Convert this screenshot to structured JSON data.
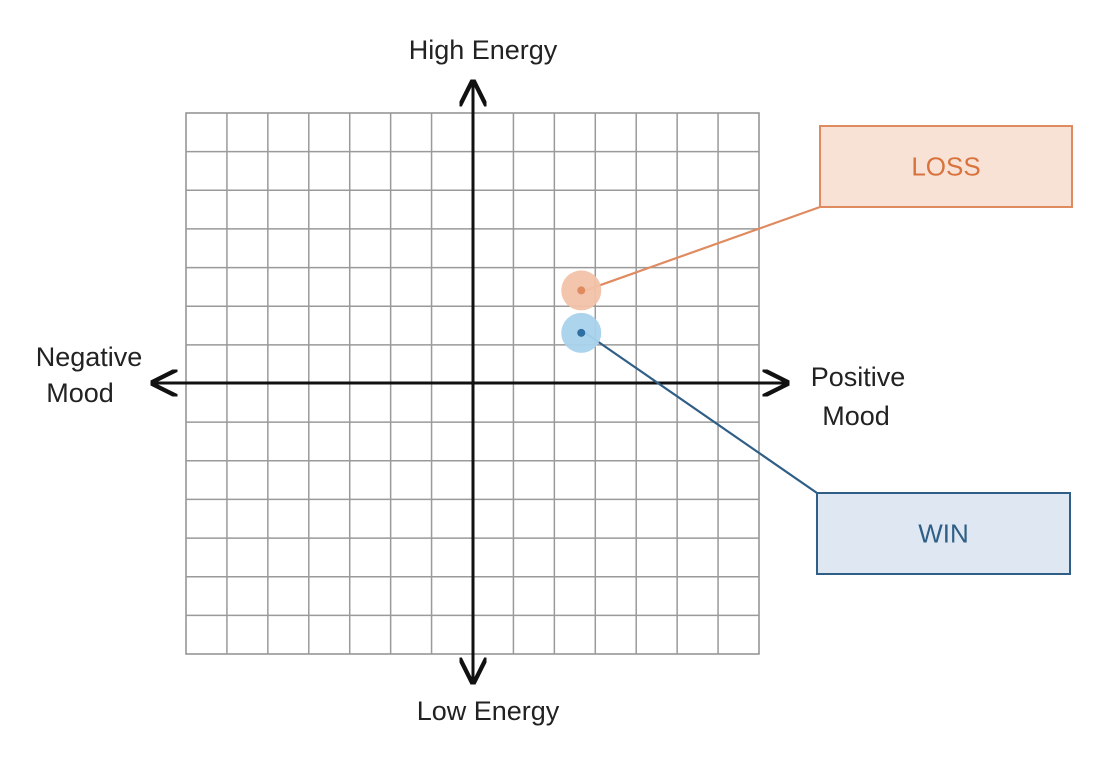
{
  "chart_data": {
    "type": "scatter",
    "xlabel_left": [
      "Negative",
      "Mood"
    ],
    "xlabel_right": [
      "Positive",
      "Mood"
    ],
    "ylabel_top": "High Energy",
    "ylabel_bottom": "Low Energy",
    "xlim": [
      -7,
      7
    ],
    "ylim": [
      -7,
      7
    ],
    "grid": true,
    "series": [
      {
        "name": "LOSS",
        "x": 2.65,
        "y": 2.4,
        "color": "#e08a5f",
        "halo": "#f1c2a8",
        "box_fill": "#f8e2d6",
        "box_stroke": "#e08a5f",
        "text_color": "#d9733e"
      },
      {
        "name": "WIN",
        "x": 2.65,
        "y": 1.3,
        "color": "#2f6fa3",
        "halo": "#a8d2ec",
        "box_fill": "#dfe8f2",
        "box_stroke": "#2f5f86",
        "text_color": "#2f5f86"
      }
    ]
  }
}
